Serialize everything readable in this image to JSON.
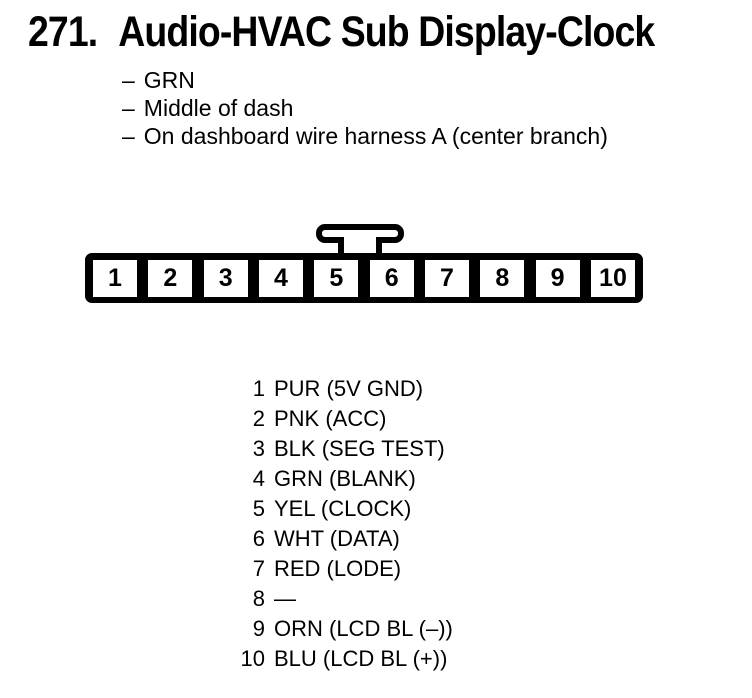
{
  "colors": {
    "ink": "#000000",
    "paper": "#ffffff"
  },
  "header": {
    "index": "271.",
    "title": "Audio-HVAC Sub Display-Clock"
  },
  "notes": {
    "marker": "–",
    "items": [
      "GRN",
      "Middle of dash",
      "On dashboard wire harness A (center branch)"
    ]
  },
  "connector": {
    "pins": [
      "1",
      "2",
      "3",
      "4",
      "5",
      "6",
      "7",
      "8",
      "9",
      "10"
    ]
  },
  "pinout": [
    {
      "pin": "1",
      "label": "PUR (5V GND)"
    },
    {
      "pin": "2",
      "label": "PNK (ACC)"
    },
    {
      "pin": "3",
      "label": "BLK (SEG TEST)"
    },
    {
      "pin": "4",
      "label": "GRN (BLANK)"
    },
    {
      "pin": "5",
      "label": "YEL (CLOCK)"
    },
    {
      "pin": "6",
      "label": "WHT (DATA)"
    },
    {
      "pin": "7",
      "label": "RED (LODE)"
    },
    {
      "pin": "8",
      "label": "—"
    },
    {
      "pin": "9",
      "label": "ORN (LCD BL (–))"
    },
    {
      "pin": "10",
      "label": "BLU (LCD BL (+))"
    }
  ]
}
